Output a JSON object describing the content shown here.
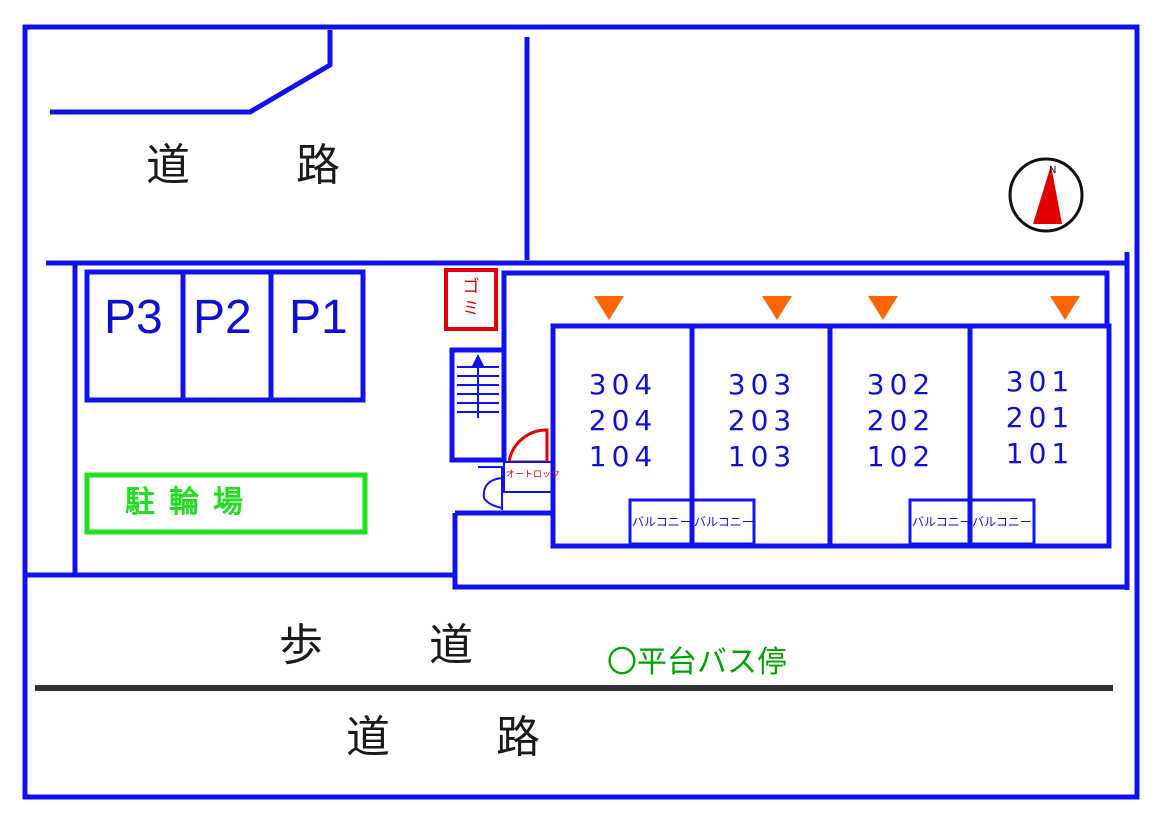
{
  "roads": {
    "top_road": "道 路",
    "sidewalk": "歩 道",
    "bottom_road": "道 路"
  },
  "parking": [
    "P3",
    "P2",
    "P1"
  ],
  "bicycle_parking": "駐輪場",
  "garbage": "ゴミ",
  "auto_lock": "オートロック",
  "bus_stop": "〇平台バス停",
  "compass": "N",
  "units": [
    {
      "floors": [
        "304",
        "204",
        "104"
      ],
      "balcony": "バルコニー"
    },
    {
      "floors": [
        "303",
        "203",
        "103"
      ],
      "balcony": "バルコニー"
    },
    {
      "floors": [
        "302",
        "202",
        "102"
      ],
      "balcony": "バルコニー"
    },
    {
      "floors": [
        "301",
        "201",
        "101"
      ],
      "balcony": "バルコニー"
    }
  ],
  "colors": {
    "walls": "#1010f0",
    "garbage": "#e00000",
    "bicycle": "#22dd22",
    "bus_stop": "#00a000",
    "entrance_marker": "#ff6600",
    "compass_needle": "#e00000"
  }
}
